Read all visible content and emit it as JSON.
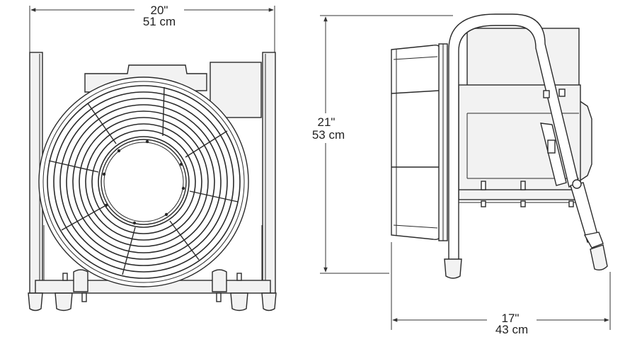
{
  "dimensions": {
    "width": {
      "imperial": "20\"",
      "metric": "51 cm"
    },
    "height": {
      "imperial": "21\"",
      "metric": "53 cm"
    },
    "depth": {
      "imperial": "17\"",
      "metric": "43 cm"
    }
  },
  "colors": {
    "line": "#2a2a2a",
    "fill": "#f2f2f2",
    "background": "#ffffff"
  }
}
